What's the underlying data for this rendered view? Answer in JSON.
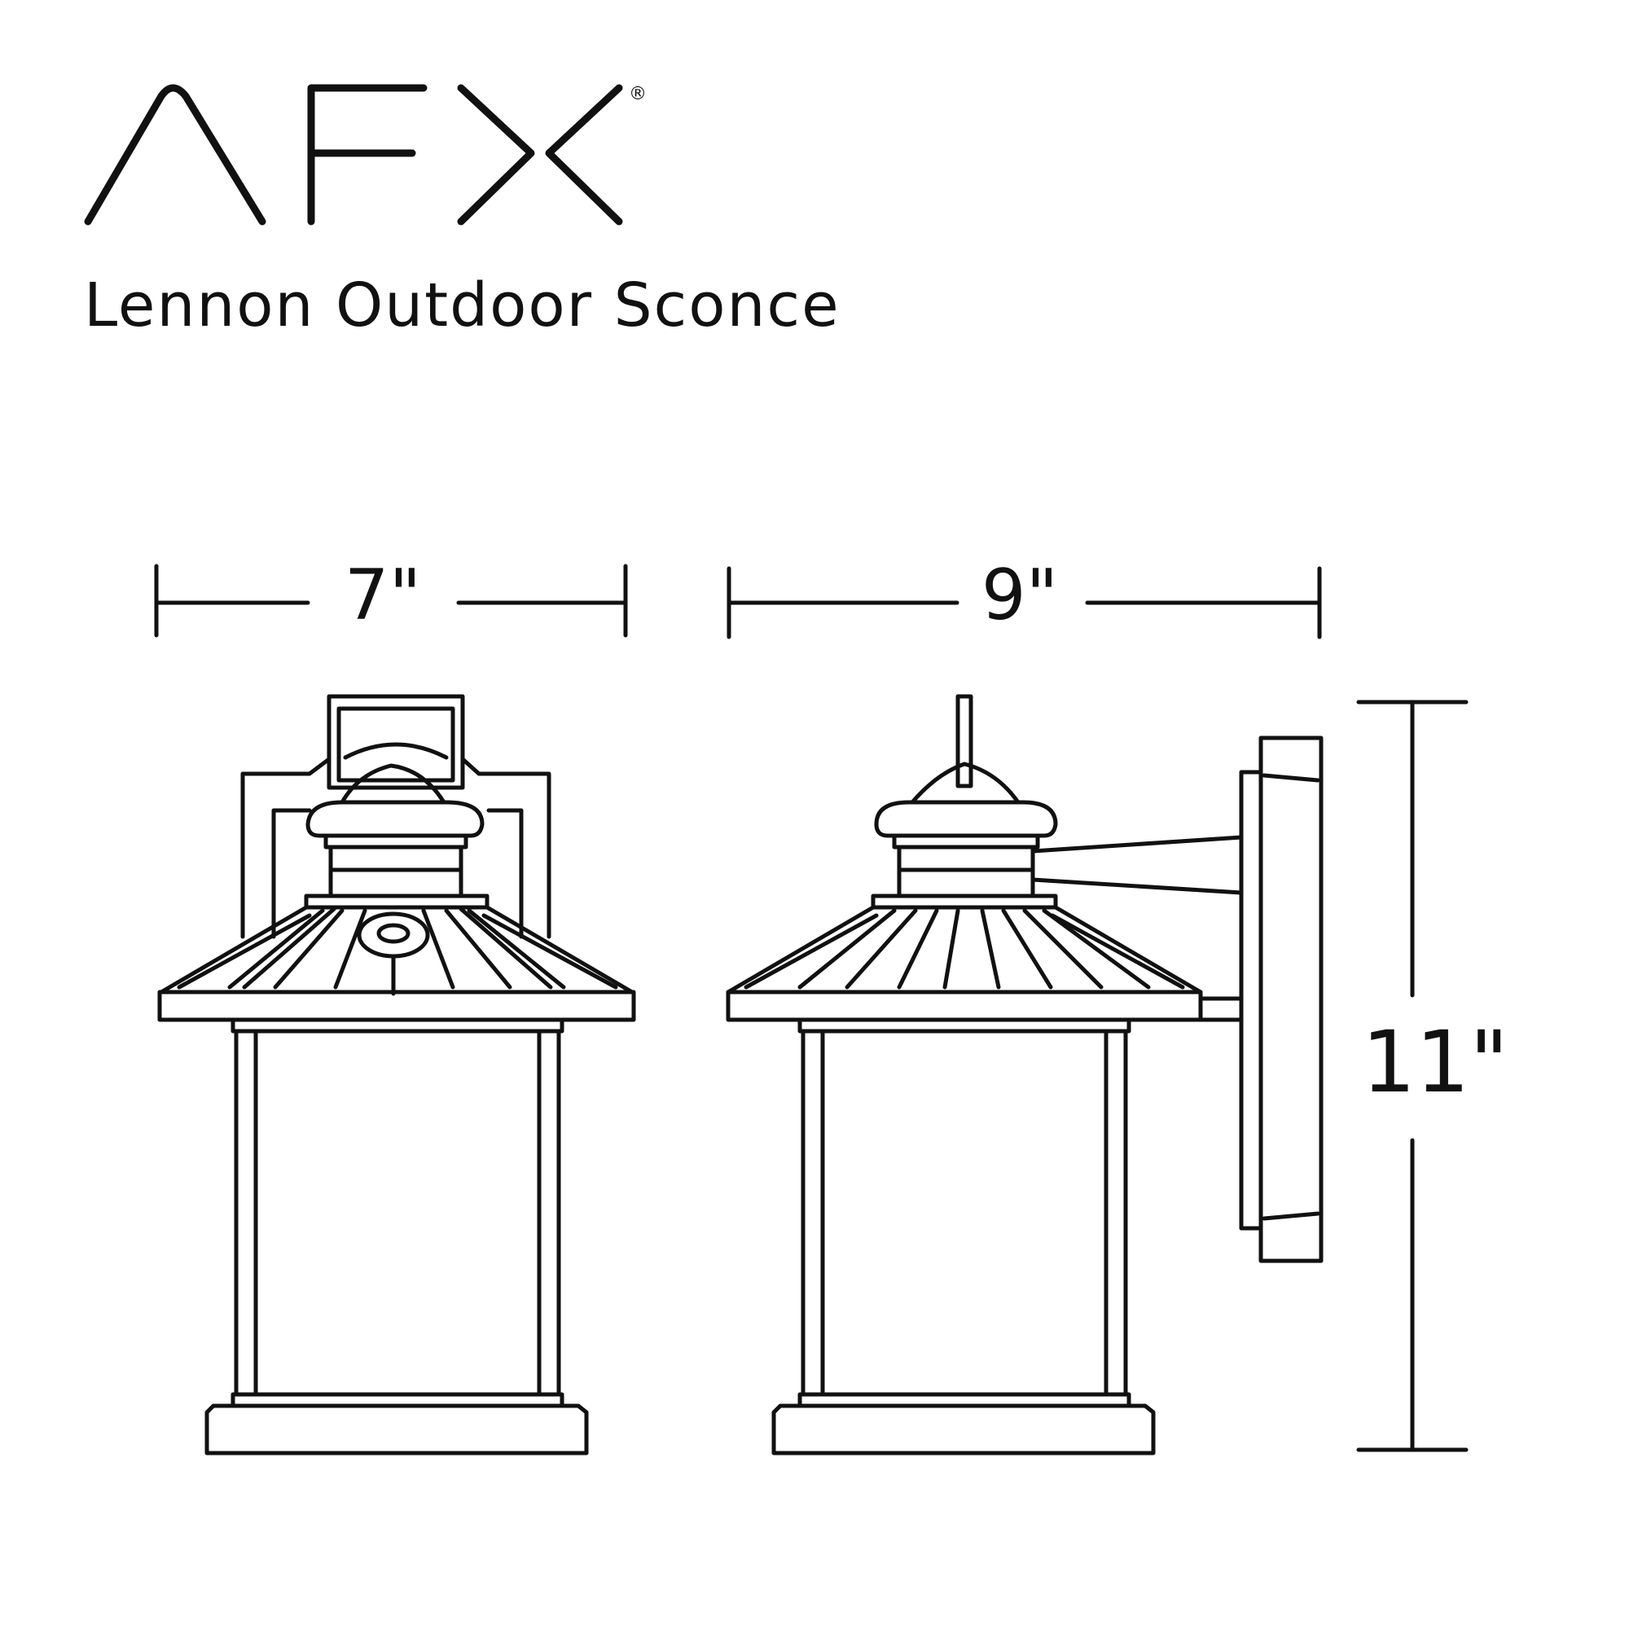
{
  "brand": {
    "logo_text": "AFX",
    "registered_mark": "®"
  },
  "product": {
    "name": "Lennon Outdoor Sconce"
  },
  "dimensions": {
    "width": "7\"",
    "depth": "9\"",
    "height": "11\""
  },
  "colors": {
    "ink": "#111111",
    "background": "#ffffff"
  }
}
